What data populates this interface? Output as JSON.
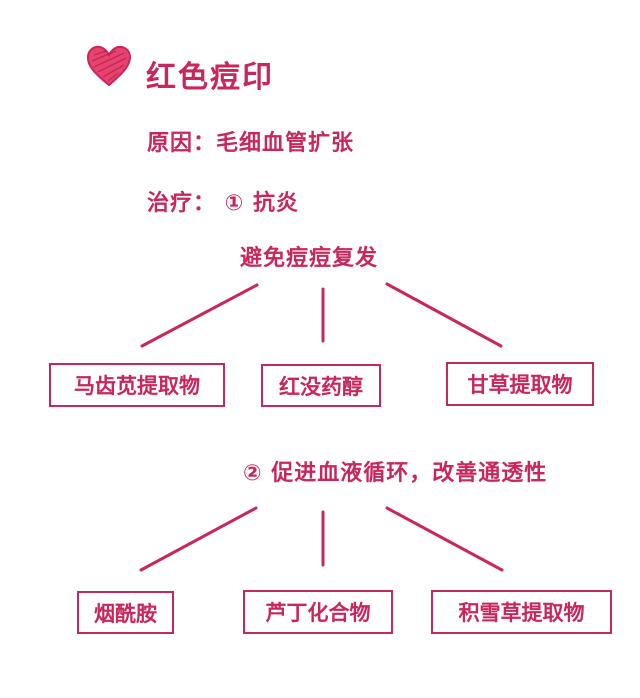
{
  "title": "红色痘印",
  "cause": "原因：毛细血管扩张",
  "treatment": "治疗：  ① 抗炎",
  "avoid": "避免痘痘复发",
  "branch1": [
    "马齿苋提取物",
    "红没药醇",
    "甘草提取物"
  ],
  "method2": "② 促进血液循环，改善通透性",
  "branch2": [
    "烟酰胺",
    "芦丁化合物",
    "积雪草提取物"
  ],
  "colors": {
    "accent": "#c8275c",
    "heart": "#e8436e"
  },
  "icons": {
    "heart": "heart-icon"
  }
}
